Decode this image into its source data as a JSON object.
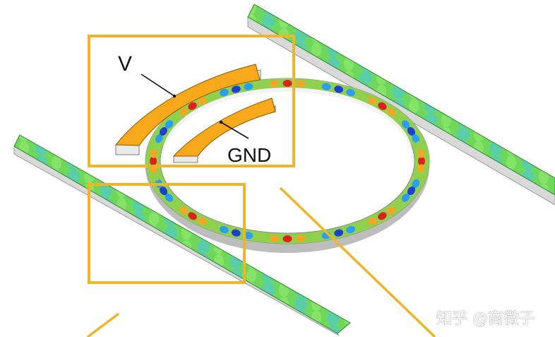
{
  "labels": {
    "voltage": "V",
    "ground": "GND"
  },
  "watermark": "知乎 @商微子",
  "colors": {
    "background": "#ffffff",
    "highlight_box": "#f0b428",
    "electrode": "#f7a81b",
    "waveguide": "#6fd85a",
    "field_hot": "#e0201c",
    "field_warm": "#f5a623",
    "field_neutral": "#8fd14f",
    "field_cool": "#2a9df4",
    "field_cold": "#1e3fcf",
    "base_grey": "#cfcfcf"
  }
}
